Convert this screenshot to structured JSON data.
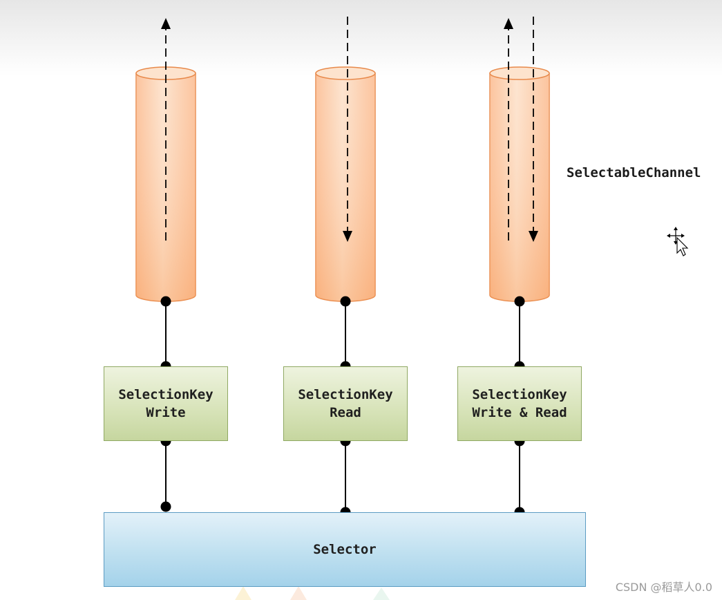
{
  "diagram": {
    "channel_label": "SelectableChannel",
    "keys": [
      {
        "line1": "SelectionKey",
        "line2": "Write"
      },
      {
        "line1": "SelectionKey",
        "line2": "Read"
      },
      {
        "line1": "SelectionKey",
        "line2": "Write & Read"
      }
    ],
    "selector_label": "Selector"
  },
  "watermark": "CSDN @稻草人0.0",
  "colors": {
    "channel_fill": "#fbb98c",
    "channel_stroke": "#e8894a",
    "key_stroke": "#8fa862",
    "selector_stroke": "#5b9bc2",
    "connector": "#000000"
  }
}
